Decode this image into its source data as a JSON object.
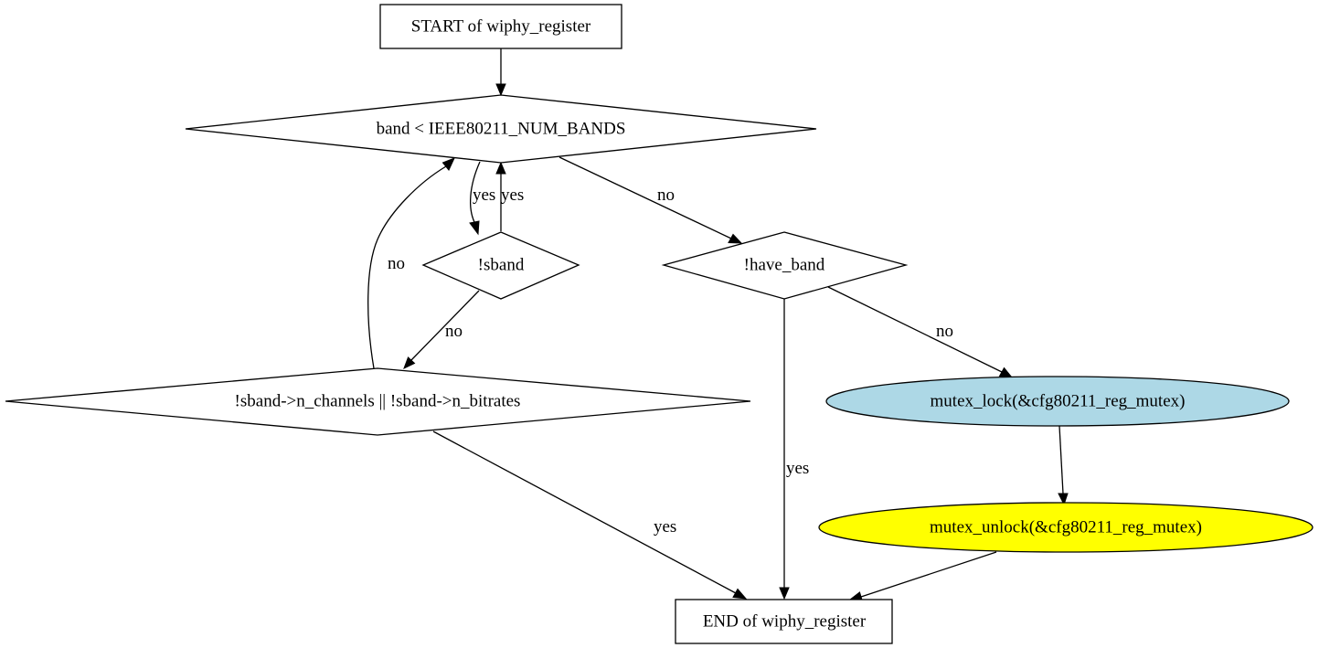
{
  "diagram": {
    "nodes": {
      "start": {
        "label": "START of wiphy_register",
        "shape": "box",
        "fill": "#ffffff"
      },
      "loop_cond": {
        "label": "band < IEEE80211_NUM_BANDS",
        "shape": "diamond",
        "fill": "#ffffff"
      },
      "sband_check": {
        "label": "!sband",
        "shape": "diamond",
        "fill": "#ffffff"
      },
      "have_band_check": {
        "label": "!have_band",
        "shape": "diamond",
        "fill": "#ffffff"
      },
      "channels_check": {
        "label": "!sband->n_channels || !sband->n_bitrates",
        "shape": "diamond",
        "fill": "#ffffff"
      },
      "mutex_lock": {
        "label": "mutex_lock(&cfg80211_reg_mutex)",
        "shape": "ellipse",
        "fill": "#add8e6"
      },
      "mutex_unlock": {
        "label": "mutex_unlock(&cfg80211_reg_mutex)",
        "shape": "ellipse",
        "fill": "#ffff00"
      },
      "end": {
        "label": "END of wiphy_register",
        "shape": "box",
        "fill": "#ffffff"
      }
    },
    "edges": {
      "start_to_loop": {
        "from": "start",
        "to": "loop_cond",
        "label": ""
      },
      "loop_to_sband": {
        "from": "loop_cond",
        "to": "sband_check",
        "label": "yes"
      },
      "sband_to_loop": {
        "from": "sband_check",
        "to": "loop_cond",
        "label": "yes"
      },
      "loop_to_have_band": {
        "from": "loop_cond",
        "to": "have_band_check",
        "label": "no"
      },
      "sband_to_channels": {
        "from": "sband_check",
        "to": "channels_check",
        "label": "no"
      },
      "channels_to_loop": {
        "from": "channels_check",
        "to": "loop_cond",
        "label": "no"
      },
      "channels_to_end": {
        "from": "channels_check",
        "to": "end",
        "label": "yes"
      },
      "have_band_to_end": {
        "from": "have_band_check",
        "to": "end",
        "label": "yes"
      },
      "have_band_to_lock": {
        "from": "have_band_check",
        "to": "mutex_lock",
        "label": "no"
      },
      "lock_to_unlock": {
        "from": "mutex_lock",
        "to": "mutex_unlock",
        "label": ""
      },
      "unlock_to_end": {
        "from": "mutex_unlock",
        "to": "end",
        "label": ""
      }
    }
  }
}
